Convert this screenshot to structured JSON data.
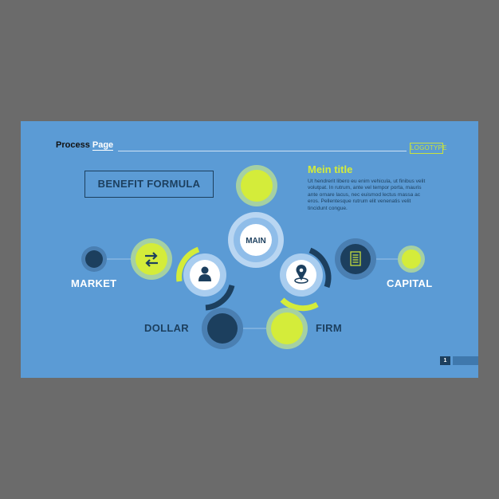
{
  "header": {
    "title_part1": "Process ",
    "title_part2": "Page",
    "logotype": "LOGOTYPE"
  },
  "formula_box": {
    "label": "BENEFIT FORMULA"
  },
  "side": {
    "title": "Mein title",
    "text": "Ut hendrerit libero eu enim vehicula, ut finibus velit volutpat. In rutrum, ante vel tempor porta, mauris ante ornare lacus, nec euismod lectus massa ac eros. Pellentesque rutrum elit venenatis velit tincidunt congue."
  },
  "diagram": {
    "main_label": "MAIN",
    "labels": {
      "market": "MARKET",
      "capital": "CAPITAL",
      "dollar": "DOLLAR",
      "firm": "FIRM"
    }
  },
  "footer": {
    "page_number": "1"
  },
  "colors": {
    "background": "#5b9bd5",
    "accent": "#d4ec3a",
    "dark": "#1c3f5e",
    "light": "#cfe2f5"
  }
}
